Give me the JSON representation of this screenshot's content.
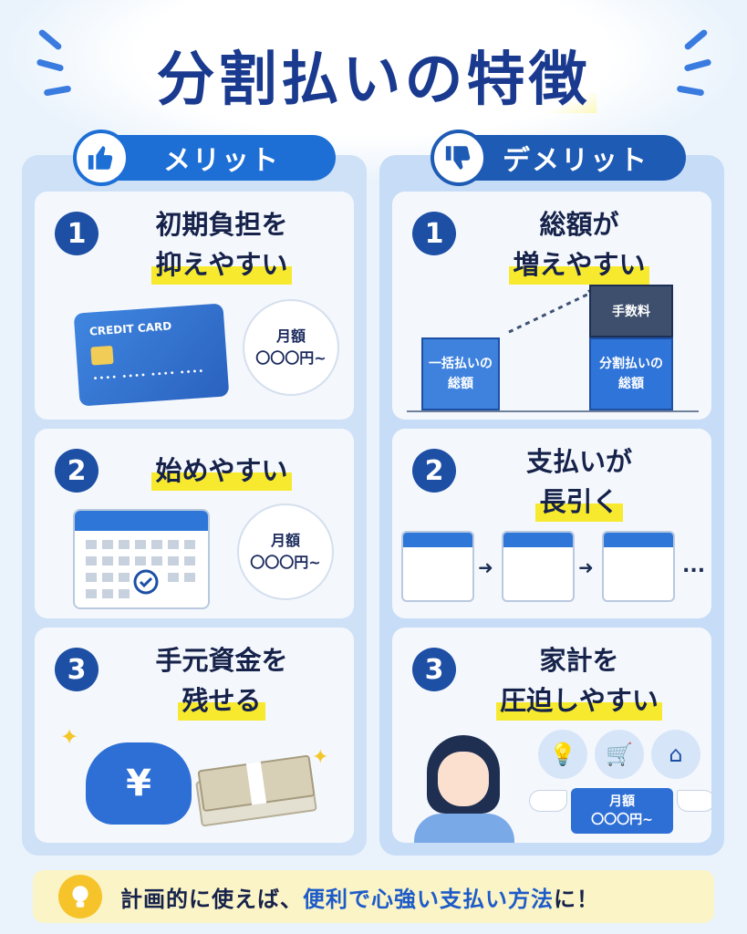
{
  "title": {
    "part1": "分割払いの",
    "part2": "特徴"
  },
  "merit": {
    "header": "メリット",
    "cards": [
      {
        "num": "1",
        "line1": "初期負担を",
        "line2": "抑えやすい",
        "card_text": "CREDIT CARD",
        "card_number": "•••• •••• •••• ••••",
        "bubble1": "月額",
        "bubble2": "〇〇〇円~"
      },
      {
        "num": "2",
        "line1": "始めやすい",
        "bubble1": "月額",
        "bubble2": "〇〇〇円~"
      },
      {
        "num": "3",
        "line1": "手元資金を",
        "line2": "残せる",
        "yen": "¥"
      }
    ]
  },
  "demerit": {
    "header": "デメリット",
    "cards": [
      {
        "num": "1",
        "line1": "総額が",
        "line2": "増えやすい",
        "bar1_line1": "一括払いの",
        "bar1_line2": "総額",
        "bar2_top": "手数料",
        "bar2_line1": "分割払いの",
        "bar2_line2": "総額"
      },
      {
        "num": "2",
        "line1": "支払いが",
        "line2": "長引く",
        "ellipsis": "..."
      },
      {
        "num": "3",
        "line1": "家計を",
        "line2": "圧迫しやすい",
        "tag1": "月額",
        "tag2": "〇〇〇円~"
      }
    ]
  },
  "footer": {
    "text1": "計画的に使えば、",
    "text2": "便利で心強い支払い方法",
    "text3": "に！"
  },
  "colors": {
    "accent": "#1d6fd6",
    "highlight": "#f7ea2e",
    "navy": "#1d4fa5"
  }
}
